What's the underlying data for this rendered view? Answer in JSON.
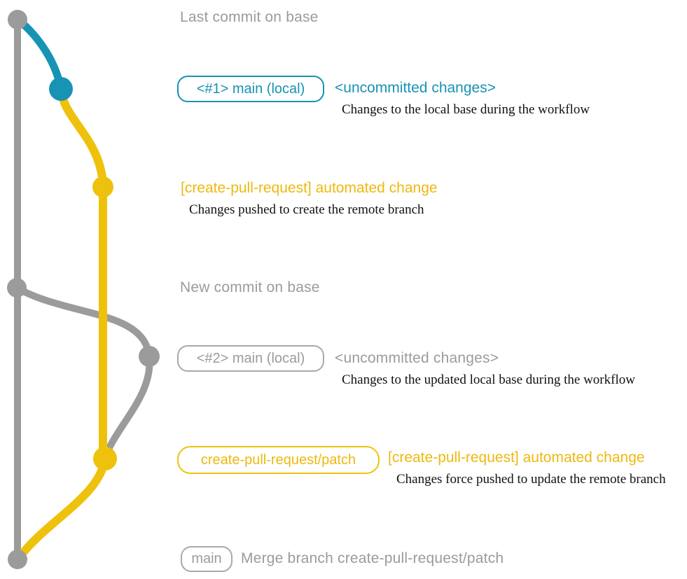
{
  "colors": {
    "branch_gray": "#9b9b9b",
    "branch_teal": "#1793b4",
    "branch_yellow": "#eec20c",
    "text_gray": "#9b9b9b",
    "text_teal": "#1793b4",
    "text_yellow": "#edb90f",
    "caption_black": "#111111"
  },
  "graph": {
    "branches": [
      {
        "name": "base",
        "color": "#9b9b9b"
      },
      {
        "name": "main (local)",
        "color": "#1793b4"
      },
      {
        "name": "create-pull-request/patch",
        "color": "#eec20c"
      }
    ],
    "commits": [
      {
        "id": "last-commit-on-base",
        "color": "#9b9b9b"
      },
      {
        "id": "uncommitted-changes-1",
        "color": "#1793b4"
      },
      {
        "id": "automated-change-1",
        "color": "#eec20c"
      },
      {
        "id": "new-commit-on-base",
        "color": "#9b9b9b"
      },
      {
        "id": "uncommitted-changes-2",
        "color": "#9b9b9b"
      },
      {
        "id": "automated-change-2",
        "color": "#eec20c"
      },
      {
        "id": "merge-commit",
        "color": "#9b9b9b"
      }
    ]
  },
  "annotations": {
    "last_commit": "Last commit on base",
    "row1": {
      "branch_tag": "<#1> main (local)",
      "title": "<uncommitted changes>",
      "caption": "Changes to the local base during the workflow"
    },
    "row2": {
      "title": "[create-pull-request] automated change",
      "caption": "Changes pushed to create the remote branch"
    },
    "new_commit": "New commit on base",
    "row3": {
      "branch_tag": "<#2> main (local)",
      "title": "<uncommitted changes>",
      "caption": "Changes to the updated local base during the workflow"
    },
    "row4": {
      "branch_tag": "create-pull-request/patch",
      "title": "[create-pull-request] automated change",
      "caption": "Changes force pushed to update the remote branch"
    },
    "row5": {
      "branch_tag": "main",
      "title": "Merge branch create-pull-request/patch"
    }
  }
}
